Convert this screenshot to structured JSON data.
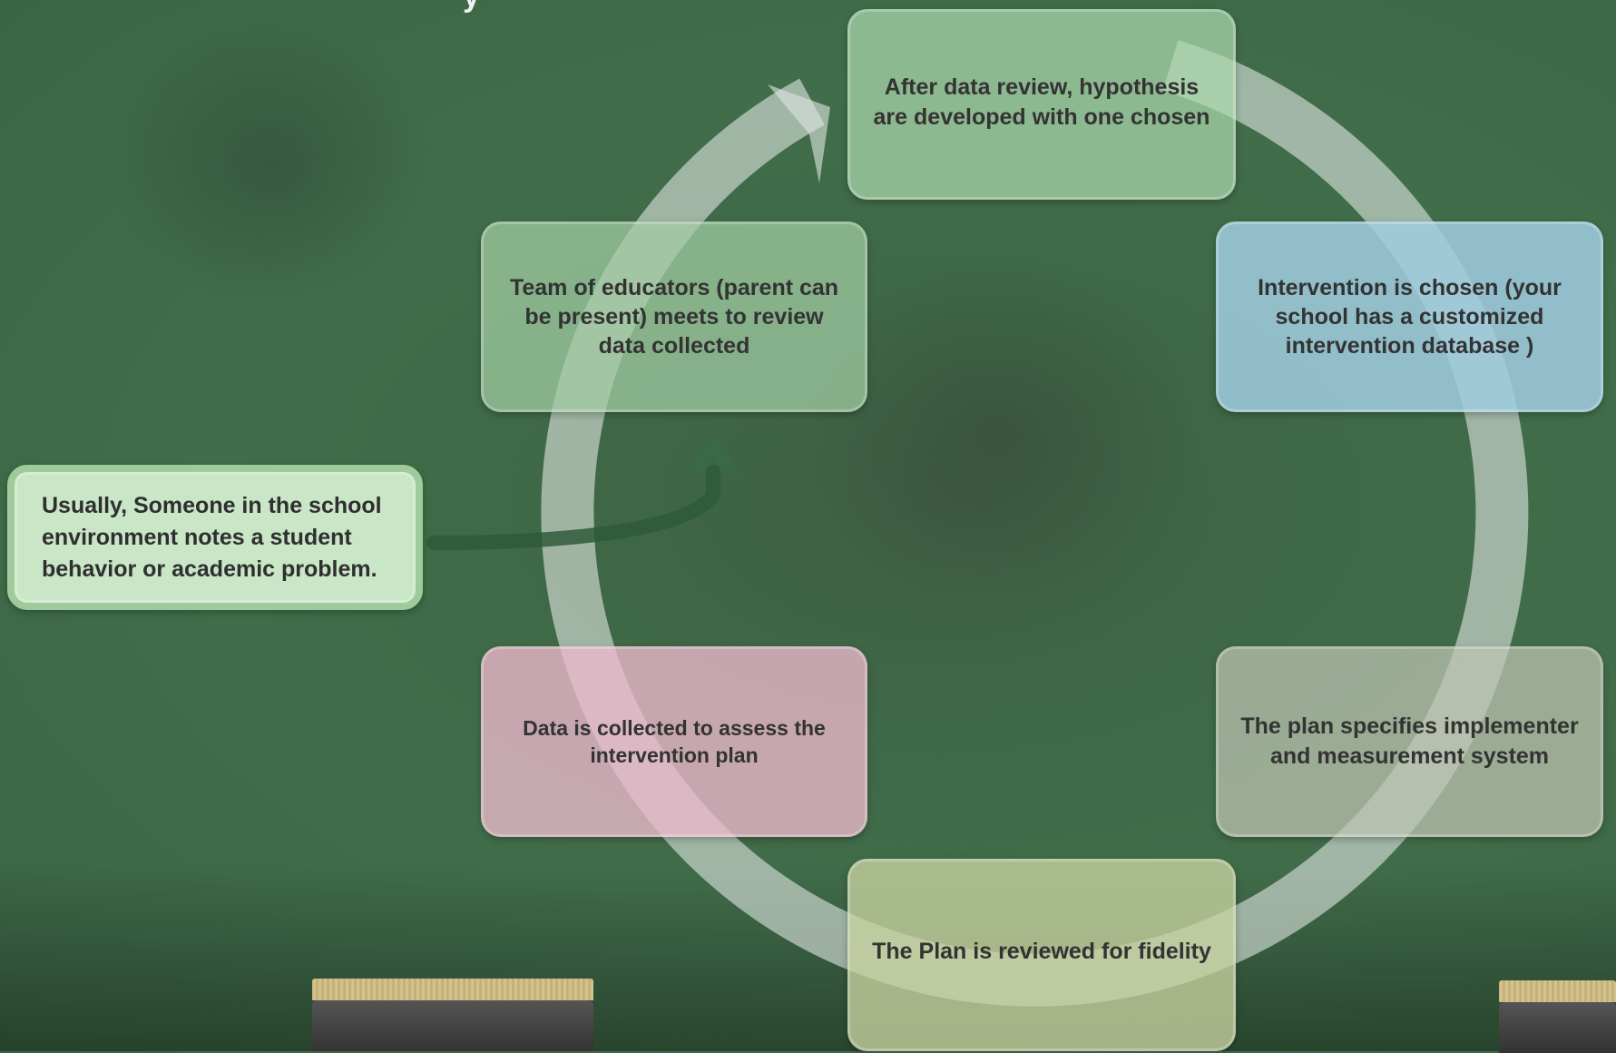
{
  "header": {
    "title_fragment": "y"
  },
  "diagram": {
    "start_note": "Usually, Someone in the school environment  notes a student behavior or academic problem.",
    "steps": [
      "After data review, hypothesis are developed with one chosen",
      "Intervention is chosen (your school has a customized intervention database )",
      "The plan specifies implementer and measurement system",
      "The Plan is reviewed for fidelity",
      "Data is collected to assess the intervention plan",
      "Team of educators (parent can be present) meets to review data collected"
    ]
  },
  "colors": {
    "chalkboard": "#416d4a",
    "cycle_arrow": "#dbe3df",
    "step_hypothesis": "#aad7ac",
    "step_intervention": "#a0cde1",
    "step_plan": "#bec4b2",
    "step_fidelity": "#c8d2a0",
    "step_data": "#ecb8cc",
    "step_team": "#a2cda4",
    "start_note": "#c9e6c7"
  }
}
